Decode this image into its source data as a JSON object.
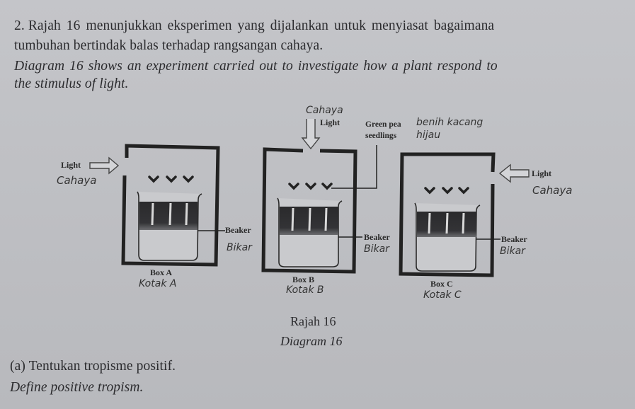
{
  "question": {
    "number": "2.",
    "malay_line1": "Rajah 16 menunjukkan eksperimen yang dijalankan untuk menyiasat bagaimana",
    "malay_line2": "tumbuhan bertindak balas terhadap rangsangan cahaya.",
    "english_line1": "Diagram 16 shows an experiment carried out to investigate how a plant respond to",
    "english_line2": "the stimulus of light."
  },
  "diagram": {
    "box_a": {
      "light_en": "Light",
      "light_ms": "Cahaya",
      "beaker_en": "Beaker",
      "beaker_ms": "Bikar",
      "label_en": "Box A",
      "label_ms": "Kotak A",
      "light_direction": "left"
    },
    "box_b": {
      "light_en": "Light",
      "light_ms": "Cahaya",
      "beaker_en": "Beaker",
      "beaker_ms": "Bikar",
      "label_en": "Box B",
      "label_ms": "Kotak B",
      "light_direction": "top"
    },
    "box_c": {
      "light_en": "Light",
      "light_ms": "Cahaya",
      "beaker_en": "Beaker",
      "beaker_ms": "Bikar",
      "label_en": "Box C",
      "label_ms": "Kotak C",
      "light_direction": "right"
    },
    "seedlings_en_1": "Green pea",
    "seedlings_en_2": "seedlings",
    "seedlings_ms_1": "benih kacang",
    "seedlings_ms_2": "hijau",
    "caption_ms": "Rajah 16",
    "caption_en": "Diagram 16"
  },
  "part_a": {
    "malay": "(a) Tentukan tropisme positif.",
    "english": "Define positive tropism."
  }
}
